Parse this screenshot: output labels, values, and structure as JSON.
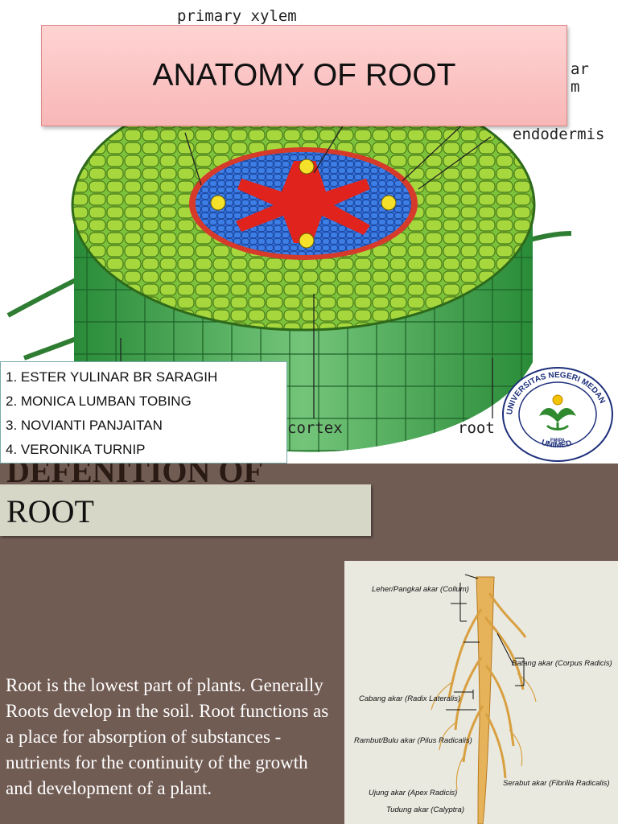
{
  "slide1": {
    "title": "ANATOMY OF ROOT",
    "diagram_labels": {
      "primary_xylem": "primary xylem",
      "partial_right_1": "ar",
      "partial_right_2": "m",
      "endodermis": "endodermis",
      "cortex": "cortex",
      "root": "root"
    },
    "authors": [
      "1. ESTER YULINAR BR SARAGIH",
      "2. MONICA LUMBAN TOBING",
      "3. NOVIANTI PANJAITAN",
      "4. VERONIKA TURNIP"
    ],
    "logo": {
      "top_text": "UNIVERSITAS NEGERI MEDAN",
      "bottom_text": "UNIMED",
      "inner_text": "FMIPA"
    }
  },
  "slide2": {
    "heading_partial": "DEFENITION OF",
    "heading_box": "ROOT",
    "paragraph": "Root is the lowest part of plants. Generally Roots develop in the soil. Root functions as a place for absorption of substances - nutrients for the continuity of the growth and development of a plant.",
    "root_labels": {
      "collum": "Leher/Pangkal akar (Collum)",
      "corpus": "Batang akar (Corpus Radicis)",
      "lateralis": "Cabang akar (Radix Lateralis)",
      "pilus": "Rambut/Bulu akar (Pilus Radicalis)",
      "fibrilla": "Serabut akar (Fibrilla Radicalis)",
      "apex": "Ujung akar (Apex Radicis)",
      "calyptra": "Tudung akar (Calyptra)"
    }
  },
  "colors": {
    "title_box": "#f8b7b7",
    "slide2_bg": "#715c54",
    "def_box": "#d7d7c8",
    "cortex_green": "#8ccf3a",
    "stele_blue": "#2f6bd6",
    "xylem_red": "#e0231c"
  }
}
